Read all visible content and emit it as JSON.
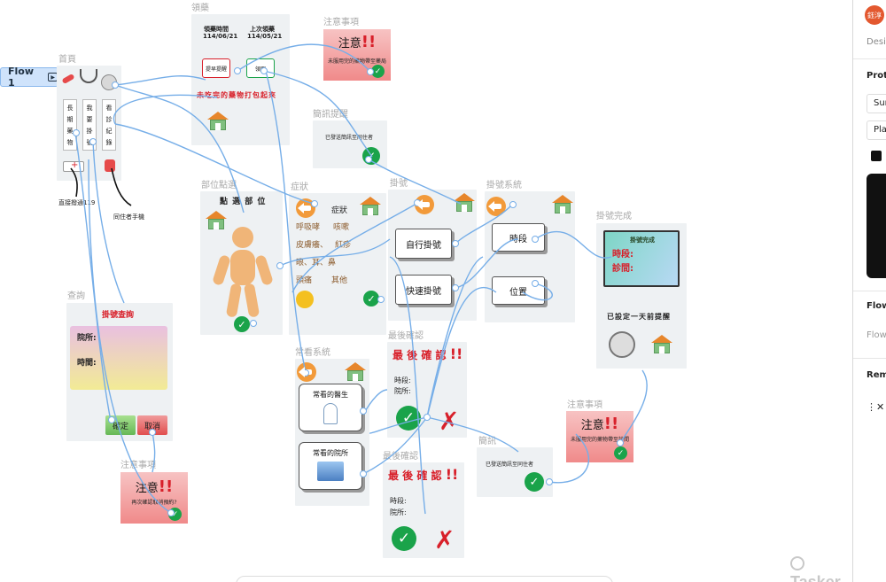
{
  "flow_tag": {
    "label": "Flow 1"
  },
  "frames": {
    "home": {
      "label": "首頁",
      "tiles": [
        [
          "長",
          "期",
          "藥",
          "物"
        ],
        [
          "我",
          "要",
          "掛",
          "號"
        ],
        [
          "看",
          "診",
          "紀",
          "錄"
        ]
      ],
      "left_caption": "直接撥通119",
      "right_caption": "同住者手機"
    },
    "pickup": {
      "label": "領藥",
      "col1_head": "領藥時間",
      "col1_date": "114/06/21",
      "col2_head": "上次領藥",
      "col2_date": "114/05/21",
      "remind_btn": "提早提醒",
      "get_btn": "領取",
      "warning": "未吃完的藥物打包起來"
    },
    "notice_top": {
      "label": "注意事項",
      "title": "注意",
      "marks": "!!",
      "text": "未服用完的藥物帶至藥局"
    },
    "reminder": {
      "label": "簡訊提醒",
      "text": "已發送簡訊至同住者"
    },
    "body_part": {
      "label": "部位點選",
      "title": "點 選 部 位"
    },
    "symptom": {
      "label": "症狀",
      "rows": [
        [
          "",
          "症狀"
        ],
        [
          "呼吸哮",
          "咳嗽"
        ],
        [
          "皮膚癢、",
          "紅疹"
        ],
        [
          "眼、耳、鼻",
          ""
        ],
        [
          "頭痛",
          "其他"
        ]
      ]
    },
    "register": {
      "label": "掛號",
      "self": "自行掛號",
      "quick": "快速掛號"
    },
    "reg_system": {
      "label": "掛號系統",
      "time": "時段",
      "place": "位置"
    },
    "reg_done": {
      "label": "掛號完成",
      "screen_title": "掛號完成",
      "time": "時段:",
      "clinic": "診間:",
      "remind": "已設定一天前提醒"
    },
    "query": {
      "label": "查詢",
      "title": "掛號查詢",
      "hospital": "院所:",
      "time": "時間:",
      "ok": "確定",
      "cancel": "取消"
    },
    "notice_cancel": {
      "label": "注意事項",
      "title": "注意",
      "marks": "!!",
      "text": "再次確認取消預約?"
    },
    "frequent": {
      "label": "常看系統",
      "doctor": "常看的醫生",
      "clinic": "常看的院所"
    },
    "confirm1": {
      "label": "最後確認",
      "title": "最 後 確 認",
      "marks": "!!",
      "time": "時段:",
      "hospital": "院所:"
    },
    "confirm2": {
      "label": "最後確認",
      "title": "最 後 確 認",
      "marks": "!!",
      "time": "時段:",
      "hospital": "院所:"
    },
    "sms": {
      "label": "簡訊",
      "text": "已發送簡訊至同住者"
    },
    "notice_right": {
      "label": "注意事項",
      "title": "注意",
      "marks": "!!",
      "text": "未服用完的藥物帶至診間"
    }
  },
  "panel": {
    "avatar": "鈺淳",
    "design": "Desi",
    "proto": "Proto",
    "opt1": "Sur",
    "opt2": "Pla",
    "flow": "Flow",
    "flow2": "Flow",
    "rem": "Rem"
  },
  "watermark": "Tasker",
  "colors": {
    "accent_blue": "#76aee8",
    "alert_red": "#d8202a",
    "check_green": "#1aa34a",
    "flow_tag_bg": "#cfe3fb"
  }
}
